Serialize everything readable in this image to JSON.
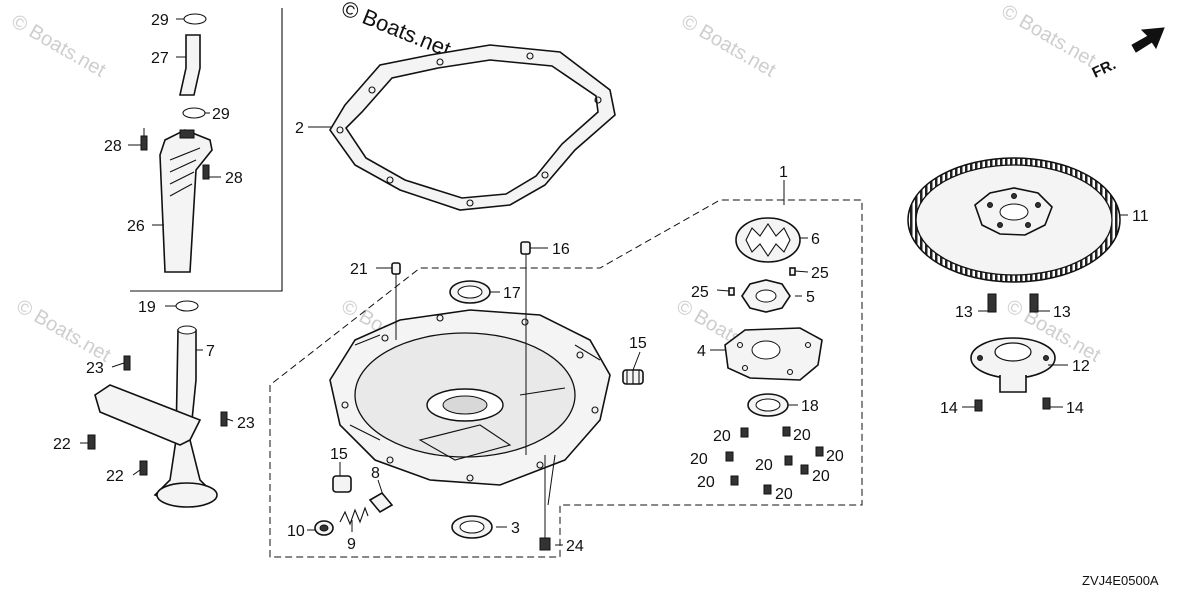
{
  "watermark": "© Boats.net",
  "watermark_brand": "Boats.net",
  "fr_label": "FR.",
  "diagram_code": "ZVJ4E0500A",
  "callouts": {
    "c1": "1",
    "c2": "2",
    "c3": "3",
    "c4": "4",
    "c5": "5",
    "c6": "6",
    "c7": "7",
    "c8": "8",
    "c9": "9",
    "c10": "10",
    "c11": "11",
    "c12": "12",
    "c13a": "13",
    "c13b": "13",
    "c14a": "14",
    "c14b": "14",
    "c15a": "15",
    "c15b": "15",
    "c16": "16",
    "c17": "17",
    "c18": "18",
    "c19": "19",
    "c20a": "20",
    "c20b": "20",
    "c20c": "20",
    "c20d": "20",
    "c20e": "20",
    "c20f": "20",
    "c20g": "20",
    "c20h": "20",
    "c21": "21",
    "c22a": "22",
    "c22b": "22",
    "c23a": "23",
    "c23b": "23",
    "c24": "24",
    "c25a": "25",
    "c25b": "25",
    "c26": "26",
    "c27": "27",
    "c28a": "28",
    "c28b": "28",
    "c29a": "29",
    "c29b": "29"
  }
}
